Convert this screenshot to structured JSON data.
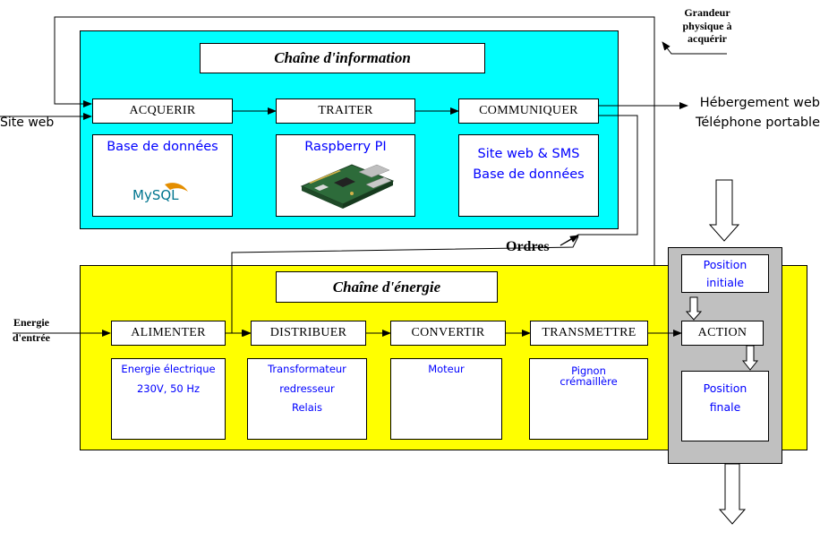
{
  "information_chain": {
    "title": "Chaîne d'information",
    "functions": [
      {
        "label": "ACQUERIR",
        "solution": [
          "Base de données"
        ],
        "image": "mysql-logo"
      },
      {
        "label": "TRAITER",
        "solution": [
          "Raspberry PI"
        ],
        "image": "raspberry-pi-board-photo"
      },
      {
        "label": "COMMUNIQUER",
        "solution": [
          "Site web & SMS",
          "Base de données"
        ]
      }
    ]
  },
  "energy_chain": {
    "title": "Chaîne d'énergie",
    "functions": [
      {
        "label": "ALIMENTER",
        "solution": [
          "Energie électrique",
          "230V, 50 Hz"
        ]
      },
      {
        "label": "DISTRIBUER",
        "solution": [
          "Transformateur",
          "redresseur",
          "Relais"
        ]
      },
      {
        "label": "CONVERTIR",
        "solution": [
          "Moteur"
        ]
      },
      {
        "label": "TRANSMETTRE",
        "solution": [
          "Pignon",
          "crémaillère"
        ]
      }
    ]
  },
  "action": {
    "label": "ACTION",
    "initial_state": [
      "Position",
      "initiale"
    ],
    "final_state": [
      "Position",
      "finale"
    ]
  },
  "external": {
    "input_info": "Site web",
    "physical_quantity": [
      "Grandeur",
      "physique à",
      "acquérir"
    ],
    "outputs": [
      "Hébergement web",
      "Téléphone portable"
    ],
    "orders": "Ordres",
    "energy_input": [
      "Energie",
      "d'entrée"
    ]
  },
  "logo_text": "MySQL",
  "colors": {
    "information_chain": "#00ffff",
    "energy_chain": "#ffff00",
    "action_zone": "#c0c0c0",
    "solution_text": "#0000ff"
  }
}
